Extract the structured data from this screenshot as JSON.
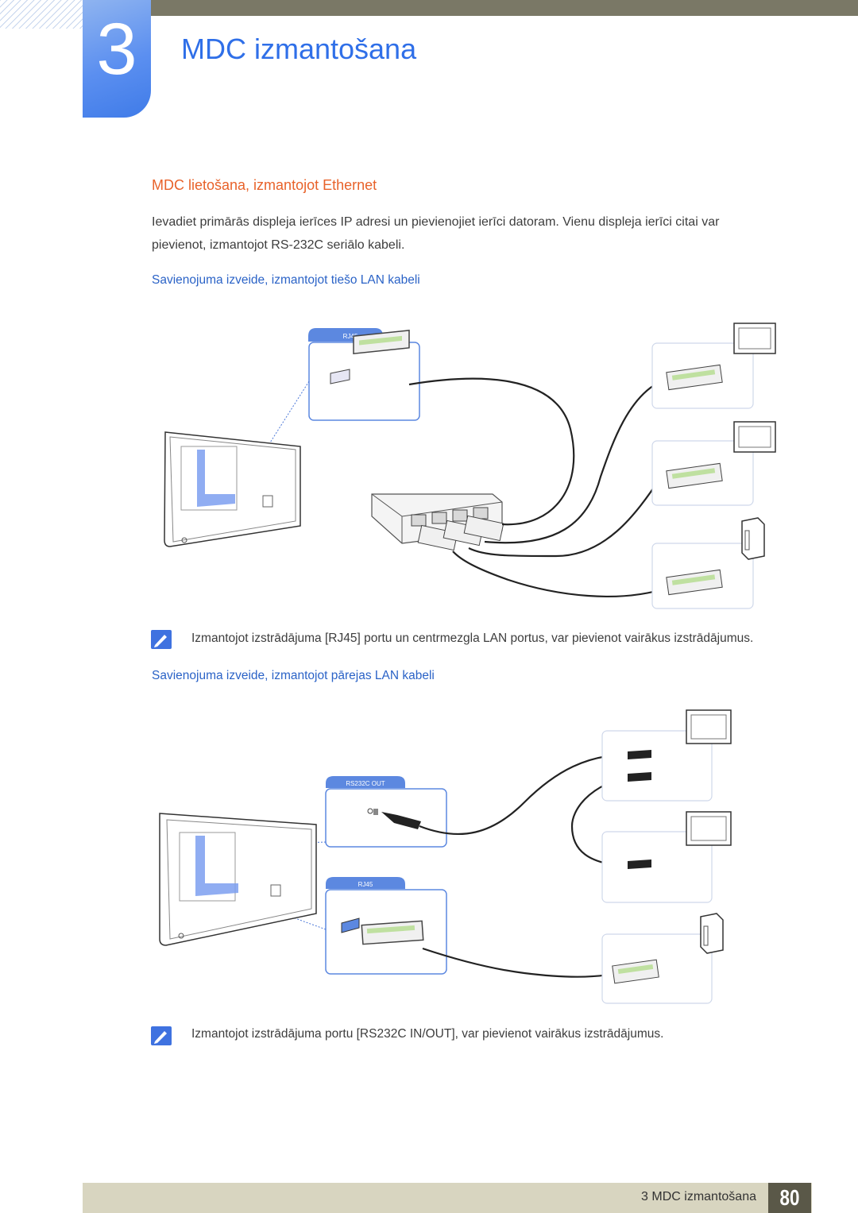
{
  "chapter": {
    "number": "3",
    "title": "MDC izmantošana"
  },
  "section": {
    "title": "MDC lietošana, izmantojot Ethernet"
  },
  "intro_paragraph": {
    "line1": "Ievadiet primārās displeja ierīces IP adresi un pievienojiet ierīci datoram. Vienu displeja ierīci citai var",
    "line2": "pievienot, izmantojot RS-232C seriālo kabeli."
  },
  "subsection1": {
    "heading": "Savienojuma izveide, izmantojot tiešo LAN kabeli",
    "port_label": "RJ45",
    "note": "Izmantojot izstrādājuma [RJ45] portu un centrmezgla LAN portus, var pievienot vairākus izstrādājumus."
  },
  "subsection2": {
    "heading": "Savienojuma izveide, izmantojot pārejas LAN kabeli",
    "port_label_serial": "RS232C OUT",
    "port_label_lan": "RJ45",
    "note": "Izmantojot izstrādājuma portu [RS232C IN/OUT], var pievienot vairākus izstrādājumus."
  },
  "footer": {
    "label": "3 MDC izmantošana",
    "page": "80"
  },
  "colors": {
    "brand_blue": "#2f6fe8",
    "section_orange": "#e8622a",
    "subheading_blue": "#2b63c7",
    "footer_band": "#d8d5c0"
  }
}
